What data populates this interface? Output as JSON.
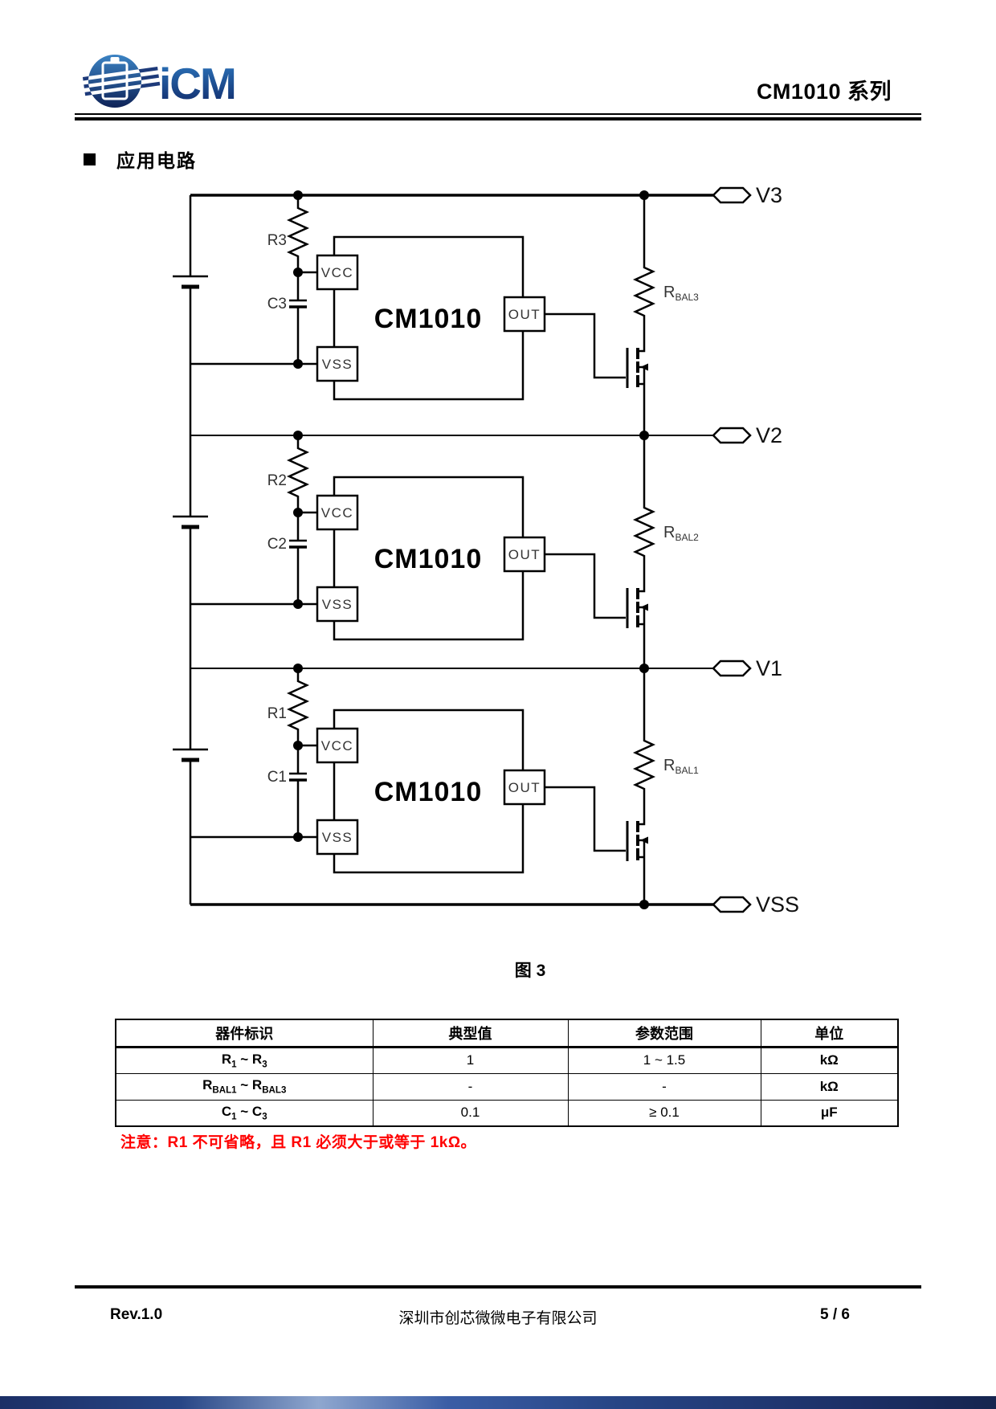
{
  "header": {
    "logo_text": "iCM",
    "title": "CM1010 系列"
  },
  "section": {
    "title": "应用电路"
  },
  "circuit": {
    "chip": "CM1010",
    "pins": {
      "vcc": "VCC",
      "vss": "VSS",
      "out": "OUT"
    },
    "blocks": [
      {
        "r": "R3",
        "c": "C3",
        "rbal_r": "R",
        "rbal_sub": "BAL3",
        "terminal": "V3"
      },
      {
        "r": "R2",
        "c": "C2",
        "rbal_r": "R",
        "rbal_sub": "BAL2",
        "terminal": "V2"
      },
      {
        "r": "R1",
        "c": "C1",
        "rbal_r": "R",
        "rbal_sub": "BAL1",
        "terminal": "V1"
      }
    ],
    "vss_terminal": "VSS"
  },
  "figure": {
    "caption": "图 3"
  },
  "table": {
    "headers": [
      "器件标识",
      "典型值",
      "参数范围",
      "单位"
    ],
    "rows": [
      {
        "label": {
          "p0": "R",
          "s0": "1",
          "p1": " ~ R",
          "s1": "3"
        },
        "typical": "1",
        "range": "1 ~ 1.5",
        "unit": "kΩ"
      },
      {
        "label": {
          "p0": "R",
          "s0": "BAL1",
          "p1": " ~ R",
          "s1": "BAL3"
        },
        "typical": "-",
        "range": "-",
        "unit": "kΩ"
      },
      {
        "label": {
          "p0": "C",
          "s0": "1",
          "p1": " ~ C",
          "s1": "3"
        },
        "typical": "0.1",
        "range": "≥ 0.1",
        "unit": "μF"
      }
    ]
  },
  "note": {
    "text": "注意：R1 不可省略，且 R1 必须大于或等于 1kΩ。"
  },
  "footer": {
    "rev": "Rev.1.0",
    "company": "深圳市创芯微微电子有限公司",
    "page": "5 / 6"
  },
  "colors": {
    "note_red": "#ff0000",
    "brand_blue_dark": "#0f2766",
    "brand_blue_light": "#2e79c0",
    "bottom_bar_dark": "#1c2f66",
    "bottom_bar_light": "#8fa7cf",
    "line_black": "#000000"
  }
}
